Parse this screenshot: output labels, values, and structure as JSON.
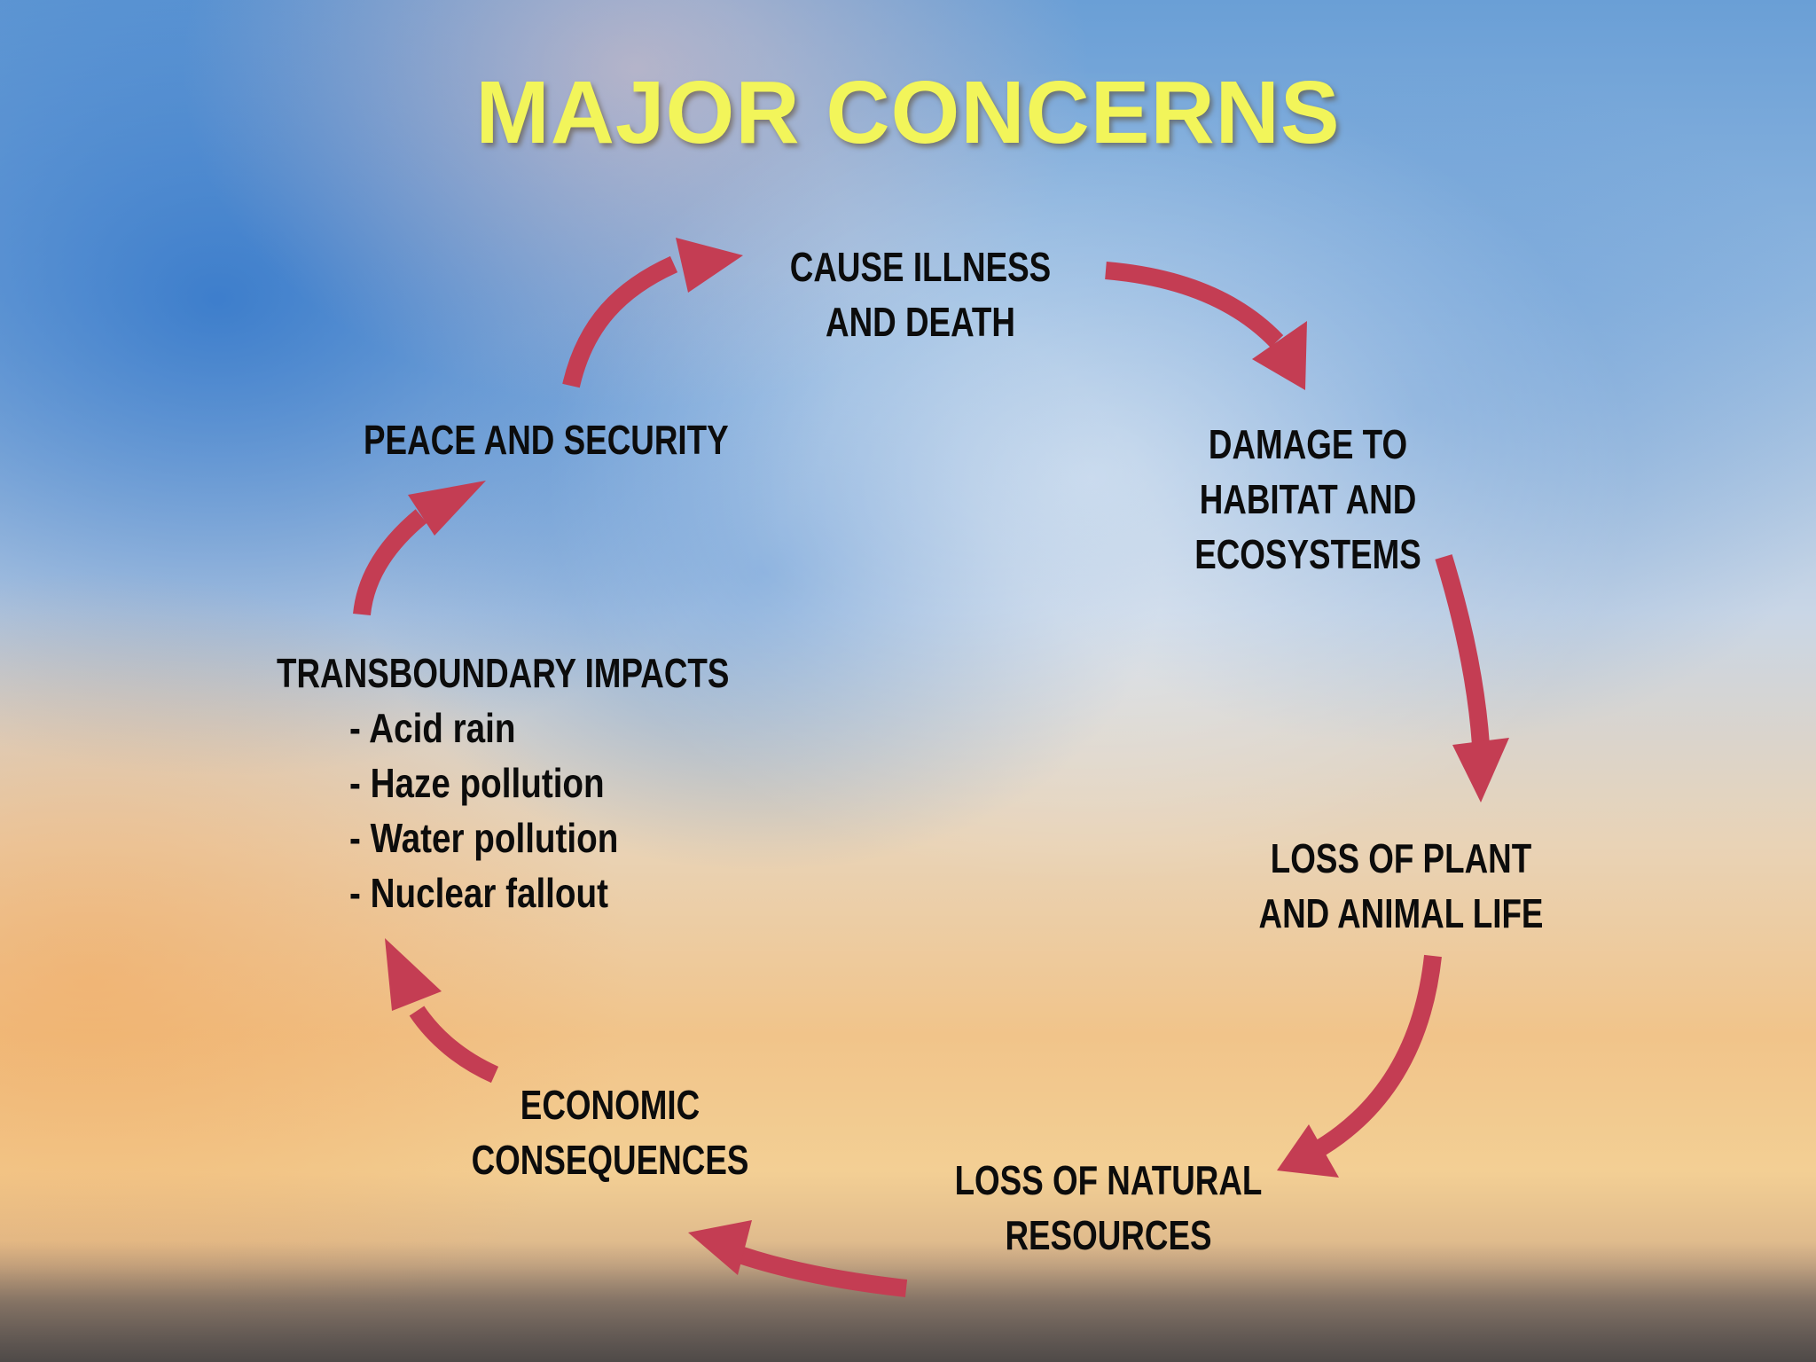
{
  "title": "MAJOR CONCERNS",
  "nodes": {
    "cause_illness": [
      "CAUSE ILLNESS",
      "AND DEATH"
    ],
    "damage_habitat": [
      "DAMAGE TO",
      "HABITAT AND",
      "ECOSYSTEMS"
    ],
    "loss_plant_animal": [
      "LOSS OF PLANT",
      "AND ANIMAL LIFE"
    ],
    "loss_natural_resources": [
      "LOSS OF NATURAL",
      "RESOURCES"
    ],
    "economic": [
      "ECONOMIC",
      "CONSEQUENCES"
    ],
    "transboundary": {
      "heading": "TRANSBOUNDARY IMPACTS",
      "items": [
        "- Acid rain",
        "- Haze pollution",
        "- Water pollution",
        "- Nuclear fallout"
      ]
    },
    "peace_security": [
      "PEACE AND SECURITY"
    ]
  },
  "colors": {
    "title": "#f2f55a",
    "arrow": "#c43d53",
    "text": "#0c0c0c"
  }
}
